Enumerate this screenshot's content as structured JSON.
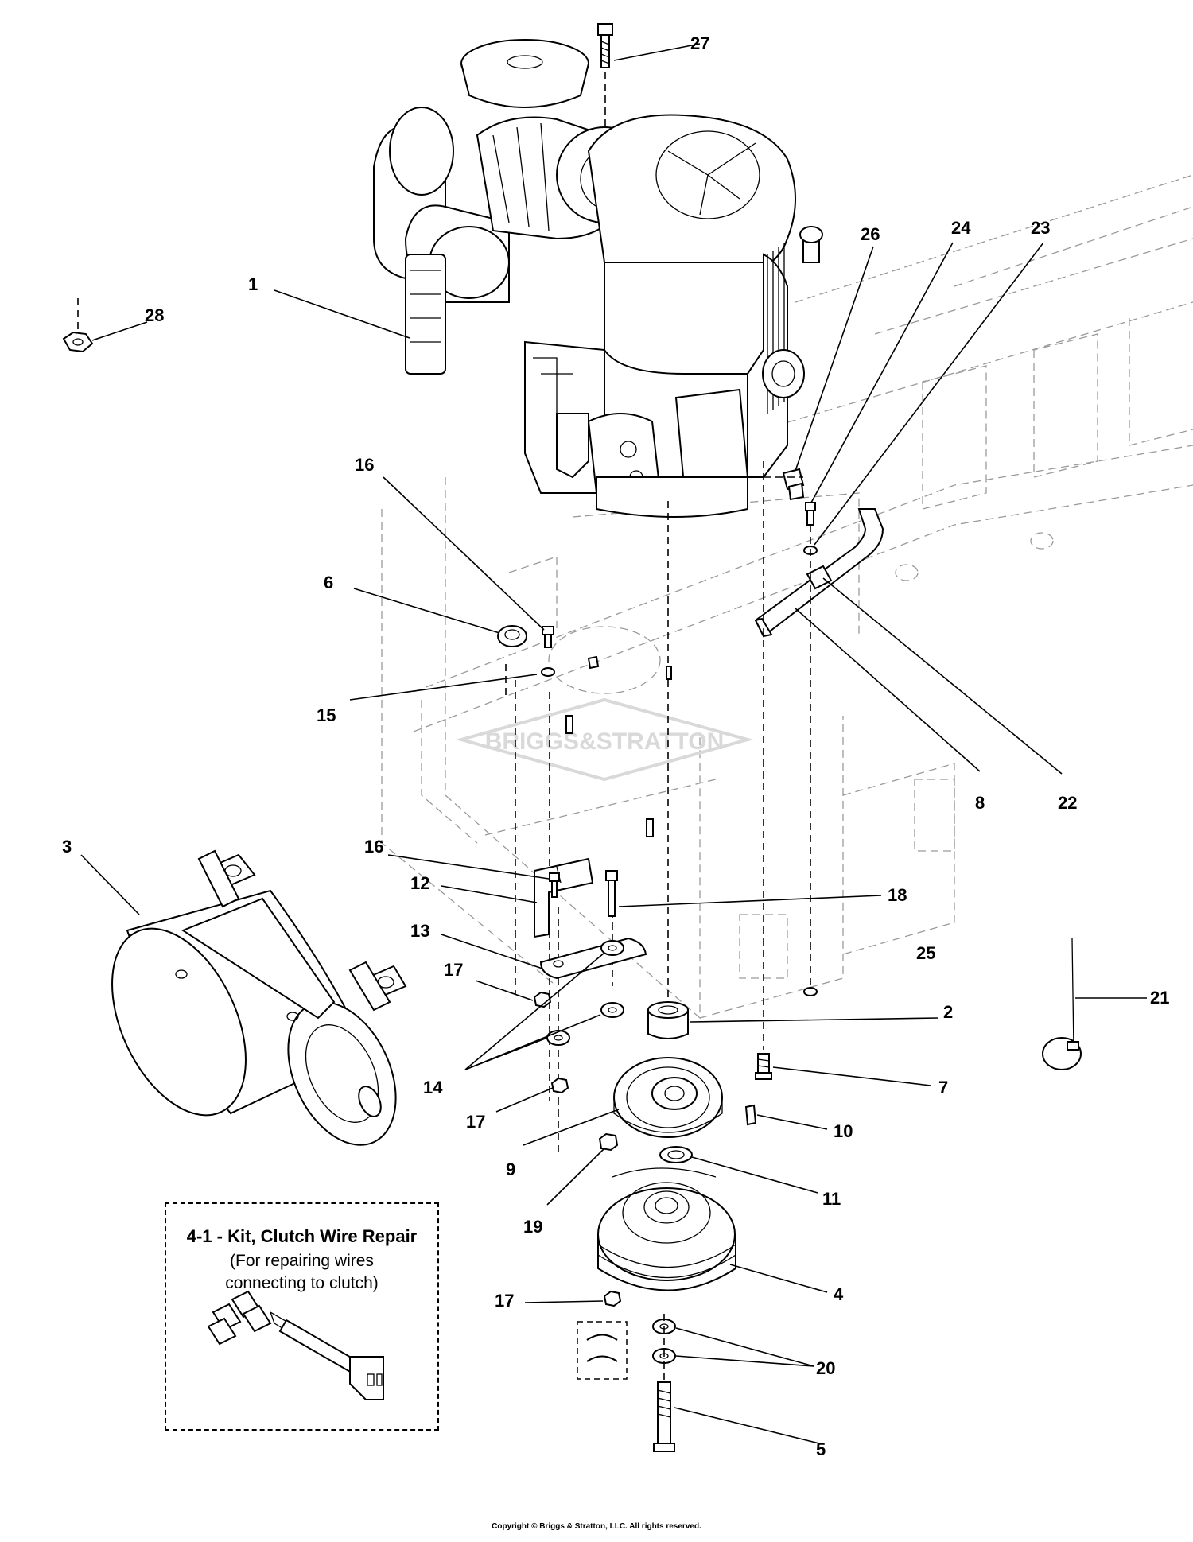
{
  "diagram": {
    "callouts": [
      {
        "id": "1",
        "label": "1"
      },
      {
        "id": "2",
        "label": "2"
      },
      {
        "id": "3",
        "label": "3"
      },
      {
        "id": "4",
        "label": "4"
      },
      {
        "id": "5",
        "label": "5"
      },
      {
        "id": "6",
        "label": "6"
      },
      {
        "id": "7",
        "label": "7"
      },
      {
        "id": "8",
        "label": "8"
      },
      {
        "id": "9",
        "label": "9"
      },
      {
        "id": "10",
        "label": "10"
      },
      {
        "id": "11",
        "label": "11"
      },
      {
        "id": "12",
        "label": "12"
      },
      {
        "id": "13",
        "label": "13"
      },
      {
        "id": "14",
        "label": "14"
      },
      {
        "id": "15",
        "label": "15"
      },
      {
        "id": "16a",
        "label": "16"
      },
      {
        "id": "16b",
        "label": "16"
      },
      {
        "id": "17a",
        "label": "17"
      },
      {
        "id": "17b",
        "label": "17"
      },
      {
        "id": "17c",
        "label": "17"
      },
      {
        "id": "18",
        "label": "18"
      },
      {
        "id": "19",
        "label": "19"
      },
      {
        "id": "20",
        "label": "20"
      },
      {
        "id": "21",
        "label": "21"
      },
      {
        "id": "22",
        "label": "22"
      },
      {
        "id": "23",
        "label": "23"
      },
      {
        "id": "24",
        "label": "24"
      },
      {
        "id": "25",
        "label": "25"
      },
      {
        "id": "26",
        "label": "26"
      },
      {
        "id": "27",
        "label": "27"
      },
      {
        "id": "28",
        "label": "28"
      }
    ]
  },
  "kit": {
    "title": "4-1 - Kit, Clutch Wire Repair",
    "description": "(For repairing wires\nconnecting to clutch)"
  },
  "watermark": {
    "text": "BRIGGS&STRATTON"
  },
  "footer": {
    "copyright": "Copyright © Briggs & Stratton, LLC. All rights reserved."
  },
  "colors": {
    "line": "#000000",
    "frame": "#9a9a9a",
    "watermark": "#d9d9d9"
  }
}
